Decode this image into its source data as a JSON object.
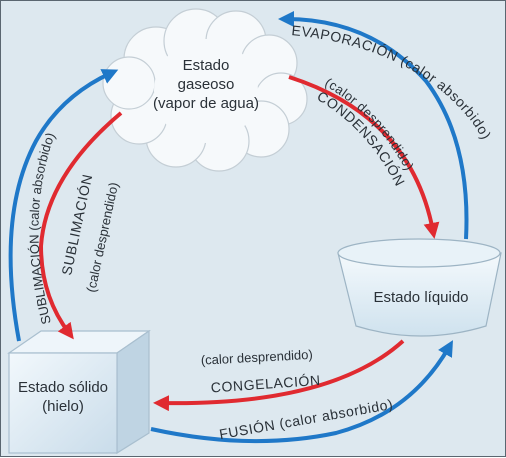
{
  "states": {
    "gas": {
      "line1": "Estado",
      "line2": "gaseoso",
      "line3": "(vapor de agua)"
    },
    "liquid": {
      "label": "Estado líquido"
    },
    "solid": {
      "line1": "Estado sólido",
      "line2": "(hielo)"
    }
  },
  "processes": {
    "evaporacion": {
      "name": "EVAPORACIÓN",
      "note": "(calor absorbido)",
      "full": "EVAPORACIÓN (calor absorbido)",
      "color": "#1f78c8"
    },
    "condensacion": {
      "name": "CONDENSACIÓN",
      "note": "(calor desprendido)",
      "color": "#e02a30"
    },
    "sublimacion_up": {
      "name": "SUBLIMACIÓN",
      "note": "(calor absorbido)",
      "full": "SUBLIMACIÓN (calor absorbido)",
      "color": "#1f78c8"
    },
    "sublimacion_down": {
      "name": "SUBLIMACIÓN",
      "note": "(calor desprendido)",
      "color": "#e02a30"
    },
    "congelacion": {
      "name": "CONGELACIÓN",
      "note": "(calor desprendido)",
      "color": "#e02a30"
    },
    "fusion": {
      "name": "FUSIÓN",
      "note": "(calor absorbido)",
      "full": "FUSIÓN (calor absorbido)",
      "color": "#1f78c8"
    }
  }
}
